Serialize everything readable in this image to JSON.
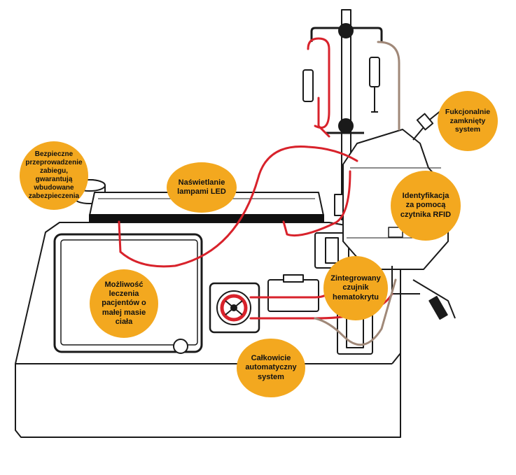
{
  "colors": {
    "bubble": "#f3a81f",
    "line": "#1a1a1a",
    "tube_red": "#d8222b",
    "tube_brown": "#a08878",
    "led_bar": "#111111"
  },
  "callouts": {
    "safety": "Bezpieczne\nprzeprowadzenie\nzabiegu,\ngwarantują\nwbudowane\nzabezpieczenia",
    "led": "Naświetlanie\nlampami LED",
    "closed_system": "Fukcjonalnie\nzamknięty\nsystem",
    "rfid": "Identyfikacja\nza pomocą\nczytnika RFID",
    "low_weight": "Możliwość\nleczenia\npacjentów o\nmałej masie\nciała",
    "hematocrit": "Zintegrowany\nczujnik\nhematokrytu",
    "automatic": "Całkowicie\nautomatyczny\nsystem"
  }
}
